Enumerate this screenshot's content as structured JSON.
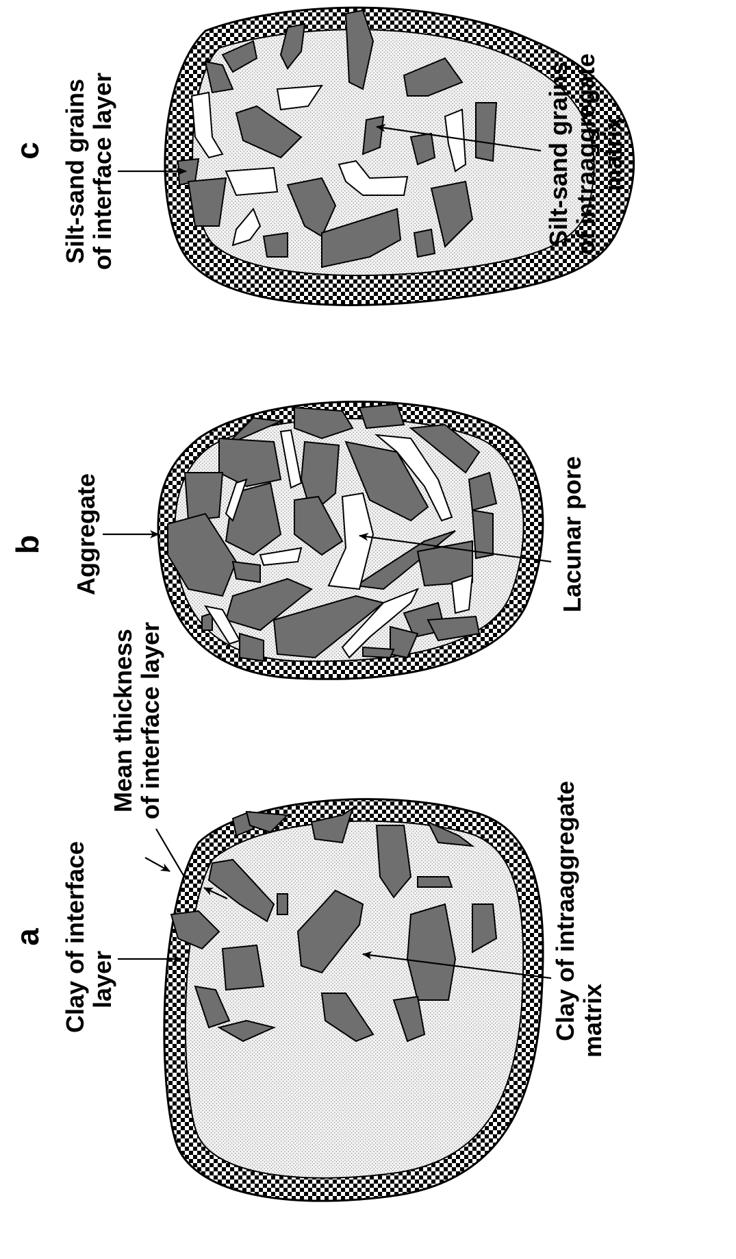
{
  "colors": {
    "grain": "#6f6f6f",
    "pore": "#ffffff",
    "checker_dark": "#000000",
    "checker_light": "#ffffff",
    "matrix_dot": "#9a9a9a"
  },
  "panels": {
    "a": {
      "letter": "a",
      "labels": {
        "clay_interface_1": "Clay of interface",
        "clay_interface_2": "layer",
        "mean_thickness_1": "Mean thickness",
        "mean_thickness_2": "of interface layer",
        "clay_intra_1": "Clay of intraaggregate",
        "clay_intra_2": "matrix"
      }
    },
    "b": {
      "letter": "b",
      "labels": {
        "aggregate": "Aggregate",
        "lacunar_pore": "Lacunar pore"
      }
    },
    "c": {
      "letter": "c",
      "labels": {
        "silt_interface_1": "Silt-sand grains",
        "silt_interface_2": "of interface layer",
        "silt_intra_1": "Silt-sand grains",
        "silt_intra_2": "of intraaggregate",
        "silt_intra_3": "matrix"
      }
    }
  }
}
